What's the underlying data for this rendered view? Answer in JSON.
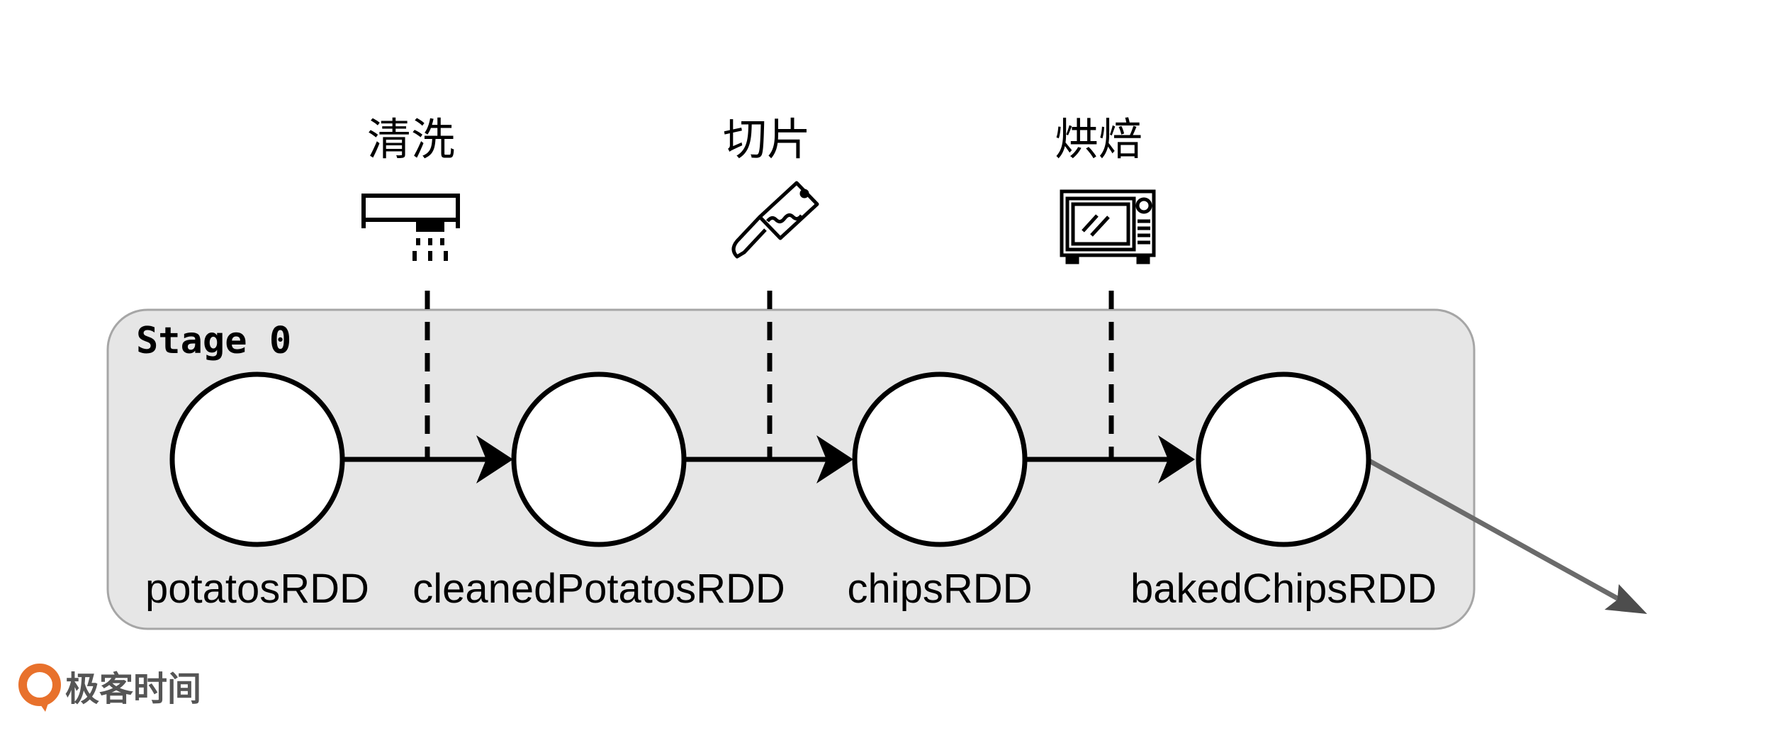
{
  "stage": {
    "title": "Stage 0"
  },
  "operations": [
    {
      "label": "清洗",
      "icon": "faucet-icon"
    },
    {
      "label": "切片",
      "icon": "cleaver-knife-icon"
    },
    {
      "label": "烘焙",
      "icon": "oven-icon"
    }
  ],
  "rdds": [
    {
      "label": "potatosRDD"
    },
    {
      "label": "cleanedPotatosRDD"
    },
    {
      "label": "chipsRDD"
    },
    {
      "label": "bakedChipsRDD"
    }
  ],
  "logo": {
    "text": "极客时间",
    "accent": "#e8712c"
  },
  "colors": {
    "stage_fill": "#e6e6e6",
    "stage_stroke": "#a6a6a6",
    "stroke": "#000000",
    "output_arrow": "#6b6b6b"
  }
}
